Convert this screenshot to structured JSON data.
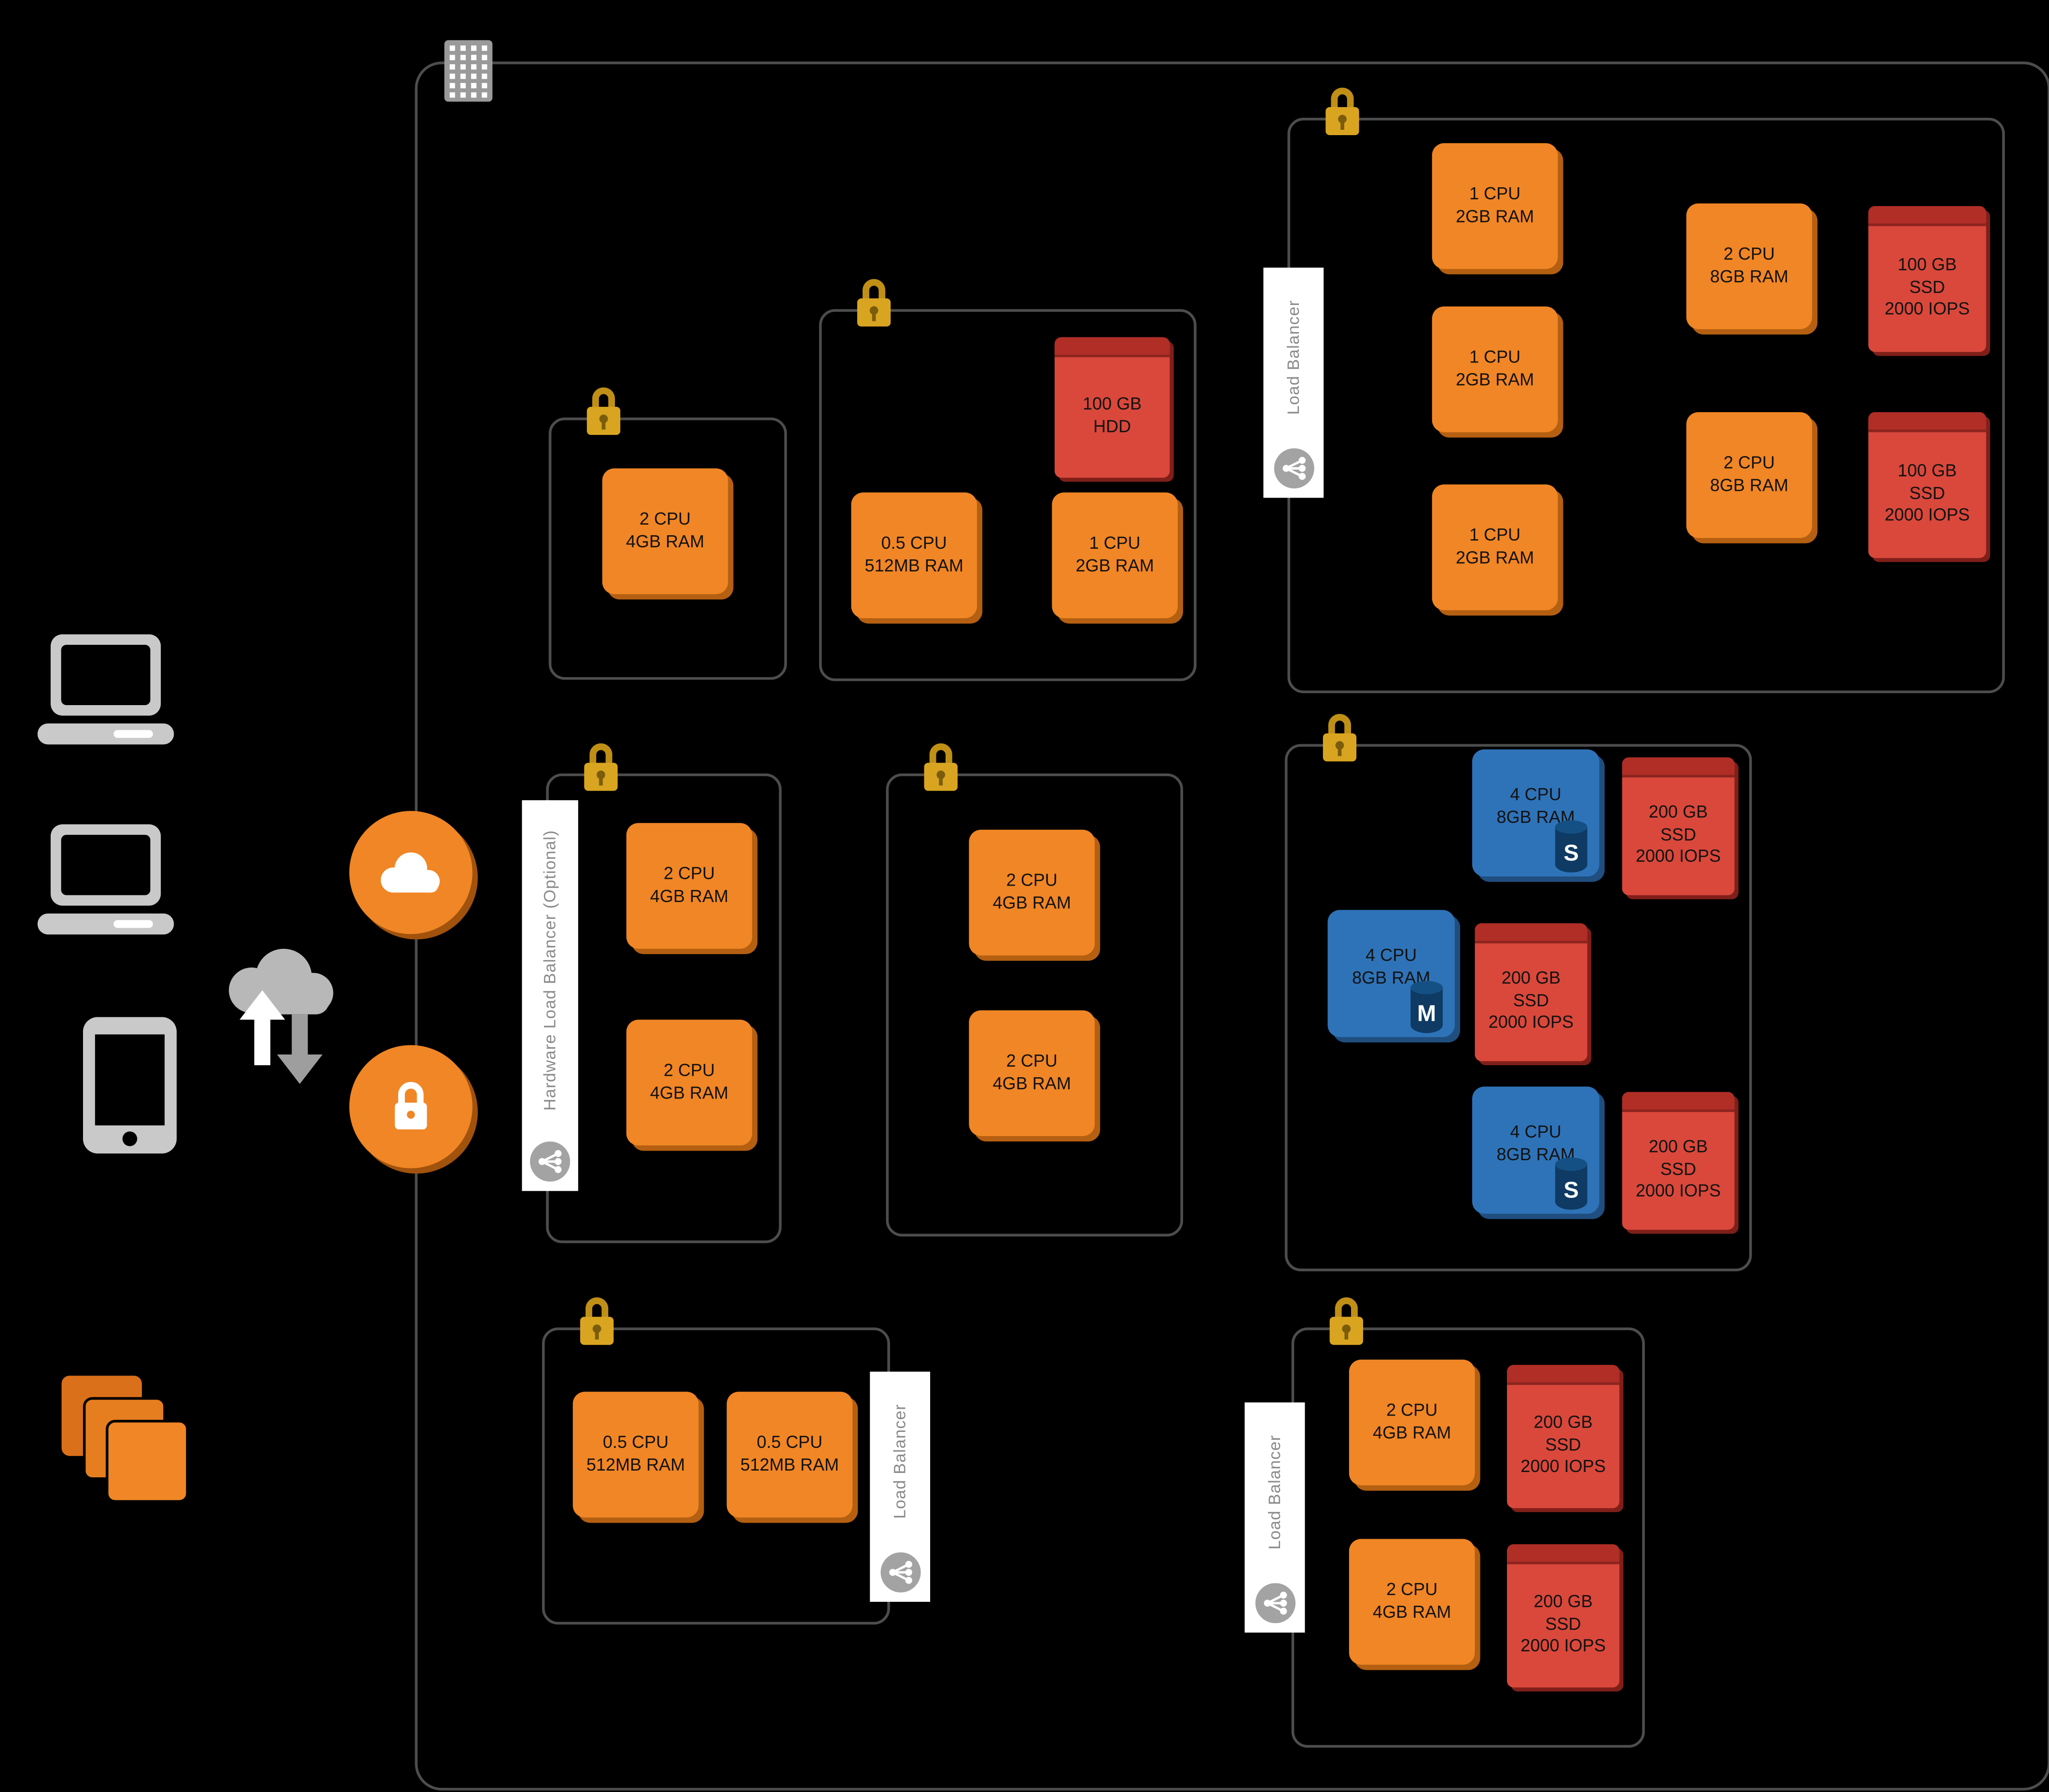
{
  "canvas": {
    "background": "#000000"
  },
  "icons": {
    "building": "building-icon",
    "laptop_top": "laptop-icon",
    "laptop_bottom": "laptop-icon",
    "phone": "mobile-phone-icon",
    "app_stack": "application-stack-icon",
    "transfer_cloud": "cloud-upload-download-icon",
    "public_cloud": "cloud-icon",
    "secure_lock": "lock-icon"
  },
  "labels": {
    "hardware_lb": "Hardware Load Balancer (Optional)",
    "web_lb": "Load Balancer",
    "frontend_lb": "Load Balancer",
    "cache_lb": "Load Balancer"
  },
  "groups": {
    "top_left": {
      "compute": [
        {
          "label": "2 CPU\n4GB RAM"
        }
      ]
    },
    "top_center": {
      "storage": [
        {
          "label": "100 GB\nHDD"
        }
      ],
      "compute": [
        {
          "label": "0.5 CPU\n512MB RAM"
        },
        {
          "label": "1 CPU\n2GB RAM"
        }
      ]
    },
    "top_right": {
      "compute": [
        {
          "label": "1 CPU\n2GB RAM"
        },
        {
          "label": "1 CPU\n2GB RAM"
        },
        {
          "label": "1 CPU\n2GB RAM"
        },
        {
          "label": "2 CPU\n8GB RAM"
        },
        {
          "label": "2 CPU\n8GB RAM"
        }
      ],
      "storage": [
        {
          "label": "100 GB\nSSD\n2000 IOPS"
        },
        {
          "label": "100 GB\nSSD\n2000 IOPS"
        }
      ]
    },
    "mid_left": {
      "compute": [
        {
          "label": "2 CPU\n4GB RAM"
        },
        {
          "label": "2 CPU\n4GB RAM"
        }
      ]
    },
    "mid_center": {
      "compute": [
        {
          "label": "2 CPU\n4GB RAM"
        },
        {
          "label": "2 CPU\n4GB RAM"
        }
      ]
    },
    "mid_right": {
      "database": [
        {
          "label": "4 CPU\n8GB RAM",
          "engine": "S"
        },
        {
          "label": "4 CPU\n8GB RAM",
          "engine": "M"
        },
        {
          "label": "4 CPU\n8GB RAM",
          "engine": "S"
        }
      ],
      "storage": [
        {
          "label": "200 GB\nSSD\n2000 IOPS"
        },
        {
          "label": "200 GB\nSSD\n2000 IOPS"
        },
        {
          "label": "200 GB\nSSD\n2000 IOPS"
        }
      ]
    },
    "bottom_left": {
      "compute": [
        {
          "label": "0.5 CPU\n512MB RAM"
        },
        {
          "label": "0.5 CPU\n512MB RAM"
        }
      ]
    },
    "bottom_right": {
      "compute": [
        {
          "label": "2 CPU\n4GB RAM"
        },
        {
          "label": "2 CPU\n4GB RAM"
        }
      ],
      "storage": [
        {
          "label": "200 GB\nSSD\n2000 IOPS"
        },
        {
          "label": "200 GB\nSSD\n2000 IOPS"
        }
      ]
    }
  },
  "colors": {
    "compute": "#F08625",
    "compute_shadow": "#B45F11",
    "storage": "#D9483B",
    "storage_lid": "#B02E26",
    "database": "#2E73B8",
    "database_shadow": "#1F4E7F",
    "lock": "#D9A521",
    "border": "#4D4D4D",
    "label_text": "#8A8A8A"
  }
}
